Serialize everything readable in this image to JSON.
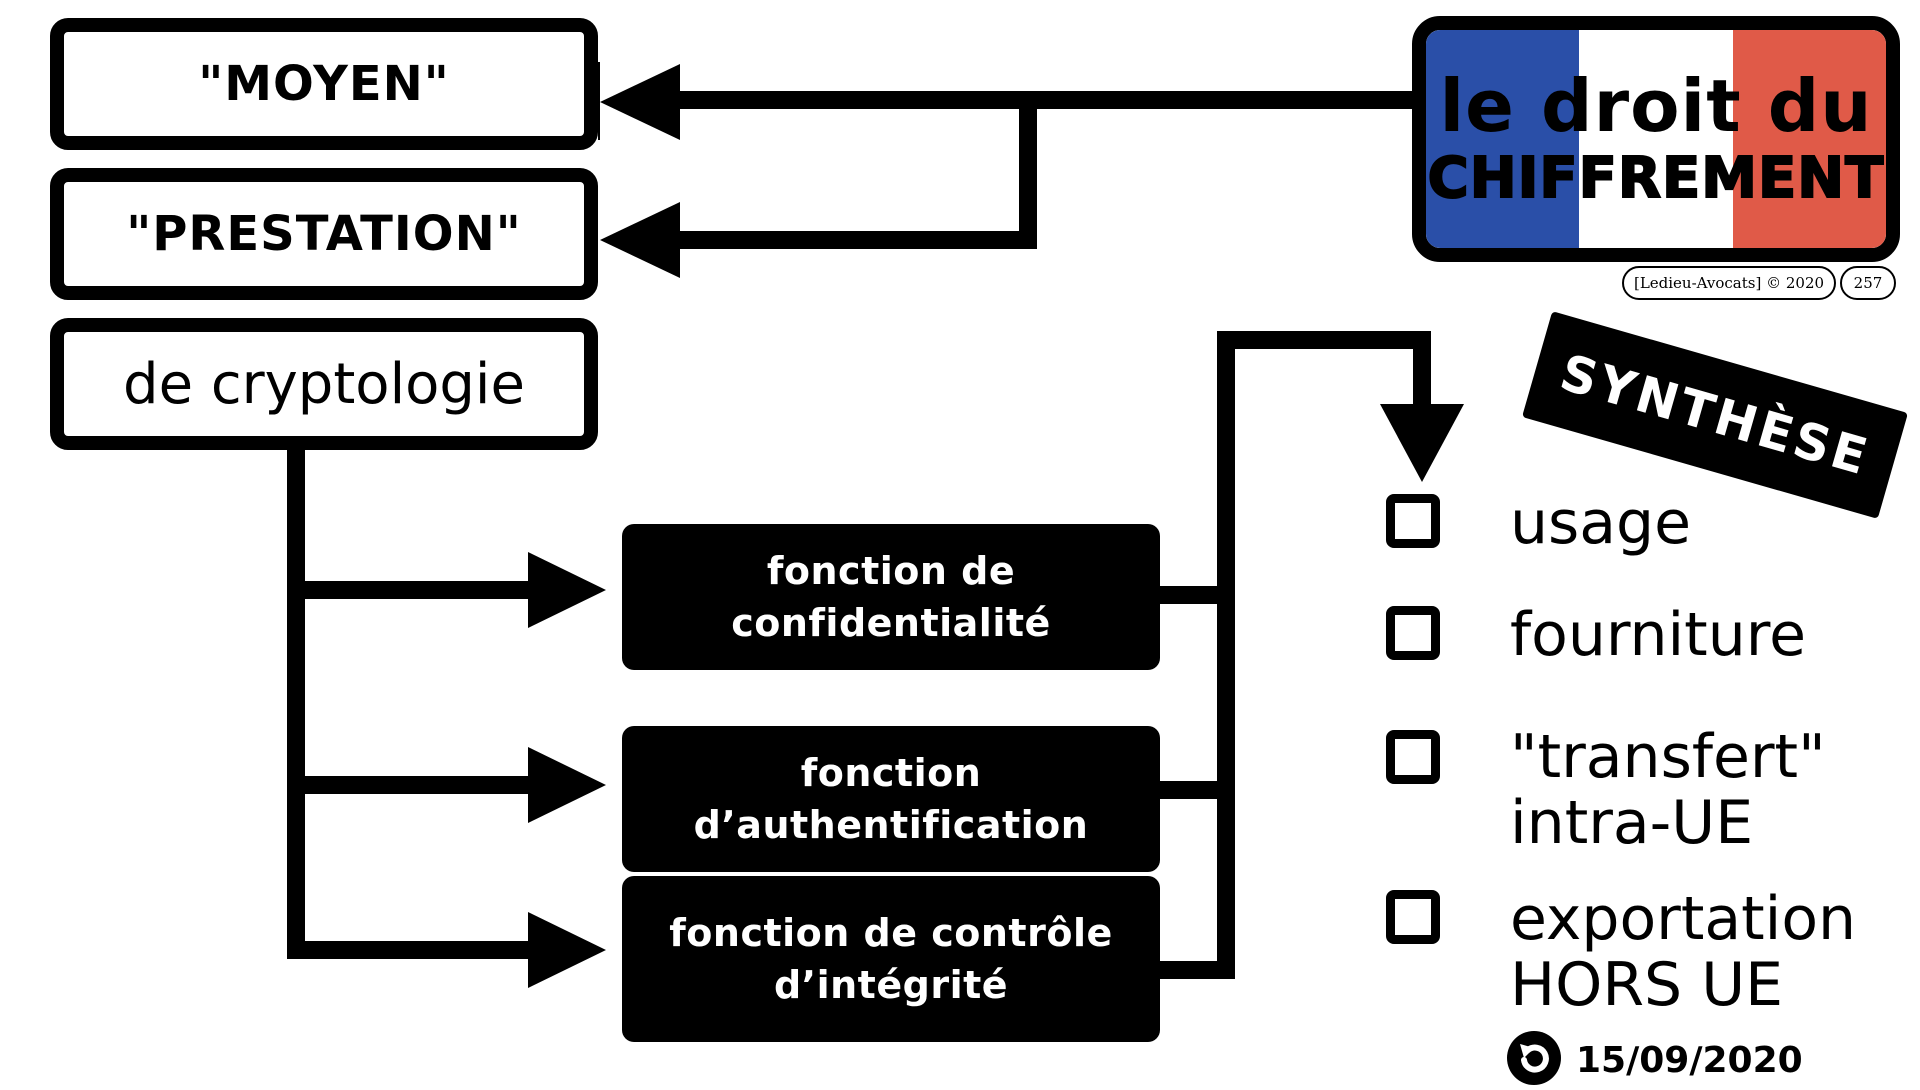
{
  "boxes": {
    "moyen": "\"MOYEN\"",
    "prestation": "\"PRESTATION\"",
    "cryptologie": "de cryptologie"
  },
  "functions": {
    "confidentialite": [
      "fonction de confidentialité"
    ],
    "authentification": [
      "fonction",
      "d’authentification"
    ],
    "integrite": [
      "fonction de contrôle",
      "d’intégrité"
    ]
  },
  "title": {
    "line1_part1": "le droit",
    "line1_part2": "du",
    "line2": "CHIFFREMENT",
    "flag_colors": [
      "#2a4fa8",
      "#ffffff",
      "#e05a48"
    ]
  },
  "credit": {
    "source": "[Ledieu-Avocats] © 2020",
    "page": "257"
  },
  "stamp": "SYNTHÈSE",
  "checklist": [
    {
      "lines": [
        "usage"
      ]
    },
    {
      "lines": [
        "fourniture"
      ]
    },
    {
      "lines": [
        "\"transfert\"",
        "intra-UE"
      ]
    },
    {
      "lines": [
        "exportation",
        "HORS UE"
      ]
    }
  ],
  "update_date": "15/09/2020",
  "icons": {
    "refresh": "refresh-icon",
    "checkbox": "checkbox-icon"
  }
}
